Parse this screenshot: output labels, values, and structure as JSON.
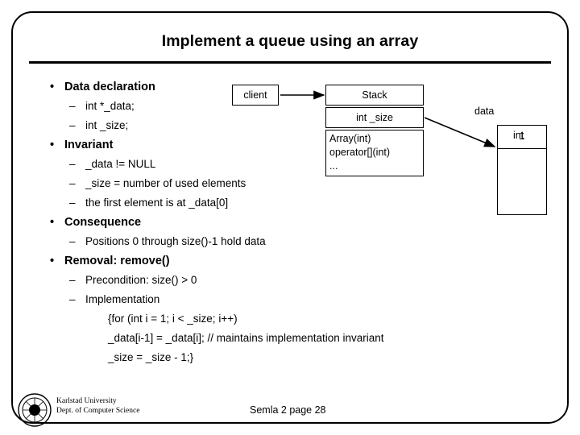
{
  "slide": {
    "title": "Implement a queue using an array",
    "bullets": [
      {
        "level": 1,
        "marker": "•",
        "text": "Data declaration"
      },
      {
        "level": 2,
        "marker": "–",
        "text": "int *_data;"
      },
      {
        "level": 2,
        "marker": "–",
        "text": "int _size;"
      },
      {
        "level": 1,
        "marker": "•",
        "text": "Invariant"
      },
      {
        "level": 2,
        "marker": "–",
        "text": "_data != NULL"
      },
      {
        "level": 2,
        "marker": "–",
        "text": "_size = number of used elements"
      },
      {
        "level": 2,
        "marker": "–",
        "text": "the first element is at _data[0]"
      },
      {
        "level": 1,
        "marker": "•",
        "text": "Consequence"
      },
      {
        "level": 2,
        "marker": "–",
        "text": "Positions 0 through size()-1 hold data"
      },
      {
        "level": 1,
        "marker": "•",
        "text": "Removal: remove()"
      },
      {
        "level": 2,
        "marker": "–",
        "text": "Precondition: size() > 0"
      },
      {
        "level": 2,
        "marker": "–",
        "text": "Implementation"
      },
      {
        "level": 3,
        "marker": "",
        "text": "{for (int i = 1; i < _size; i++)"
      },
      {
        "level": 3,
        "marker": "",
        "text": "   _data[i-1] = _data[i]; // maintains implementation invariant"
      },
      {
        "level": 3,
        "marker": "",
        "text": "_size = _size - 1;}"
      }
    ]
  },
  "diagram": {
    "client_label": "client",
    "stack_title": "Stack",
    "stack_attribute": "int _size",
    "stack_operations": "Array(int)\noperator[](int)\n...",
    "stack_operations_lines": [
      "Array(int)",
      "operator[](int)",
      "..."
    ],
    "data_label": "data",
    "array_first_cell": "1",
    "int_label": "int"
  },
  "footer": {
    "university_line1": "Karlstad University",
    "university_line2": "Dept. of Computer Science",
    "center_text": "Semla 2 page 28"
  }
}
